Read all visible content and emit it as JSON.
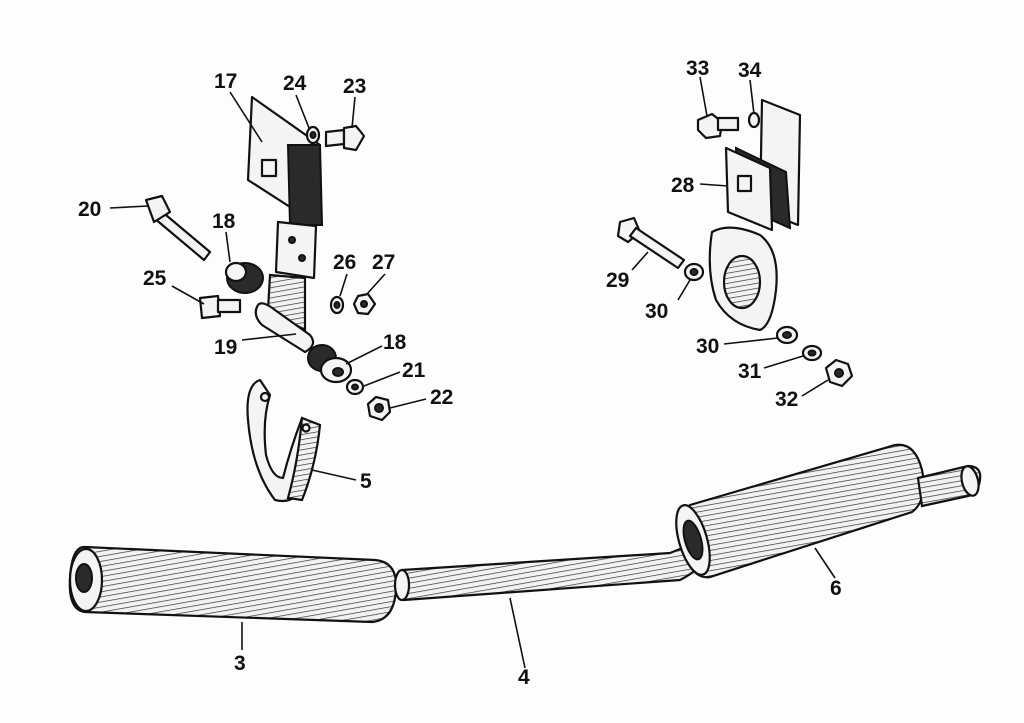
{
  "parts": {
    "p3": "3",
    "p4": "4",
    "p5": "5",
    "p6": "6",
    "p17": "17",
    "p18a": "18",
    "p18b": "18",
    "p19": "19",
    "p20": "20",
    "p21": "21",
    "p22": "22",
    "p23": "23",
    "p24": "24",
    "p25": "25",
    "p26": "26",
    "p27": "27",
    "p28": "28",
    "p29": "29",
    "p30a": "30",
    "p30b": "30",
    "p31": "31",
    "p32": "32",
    "p33": "33",
    "p34": "34"
  }
}
